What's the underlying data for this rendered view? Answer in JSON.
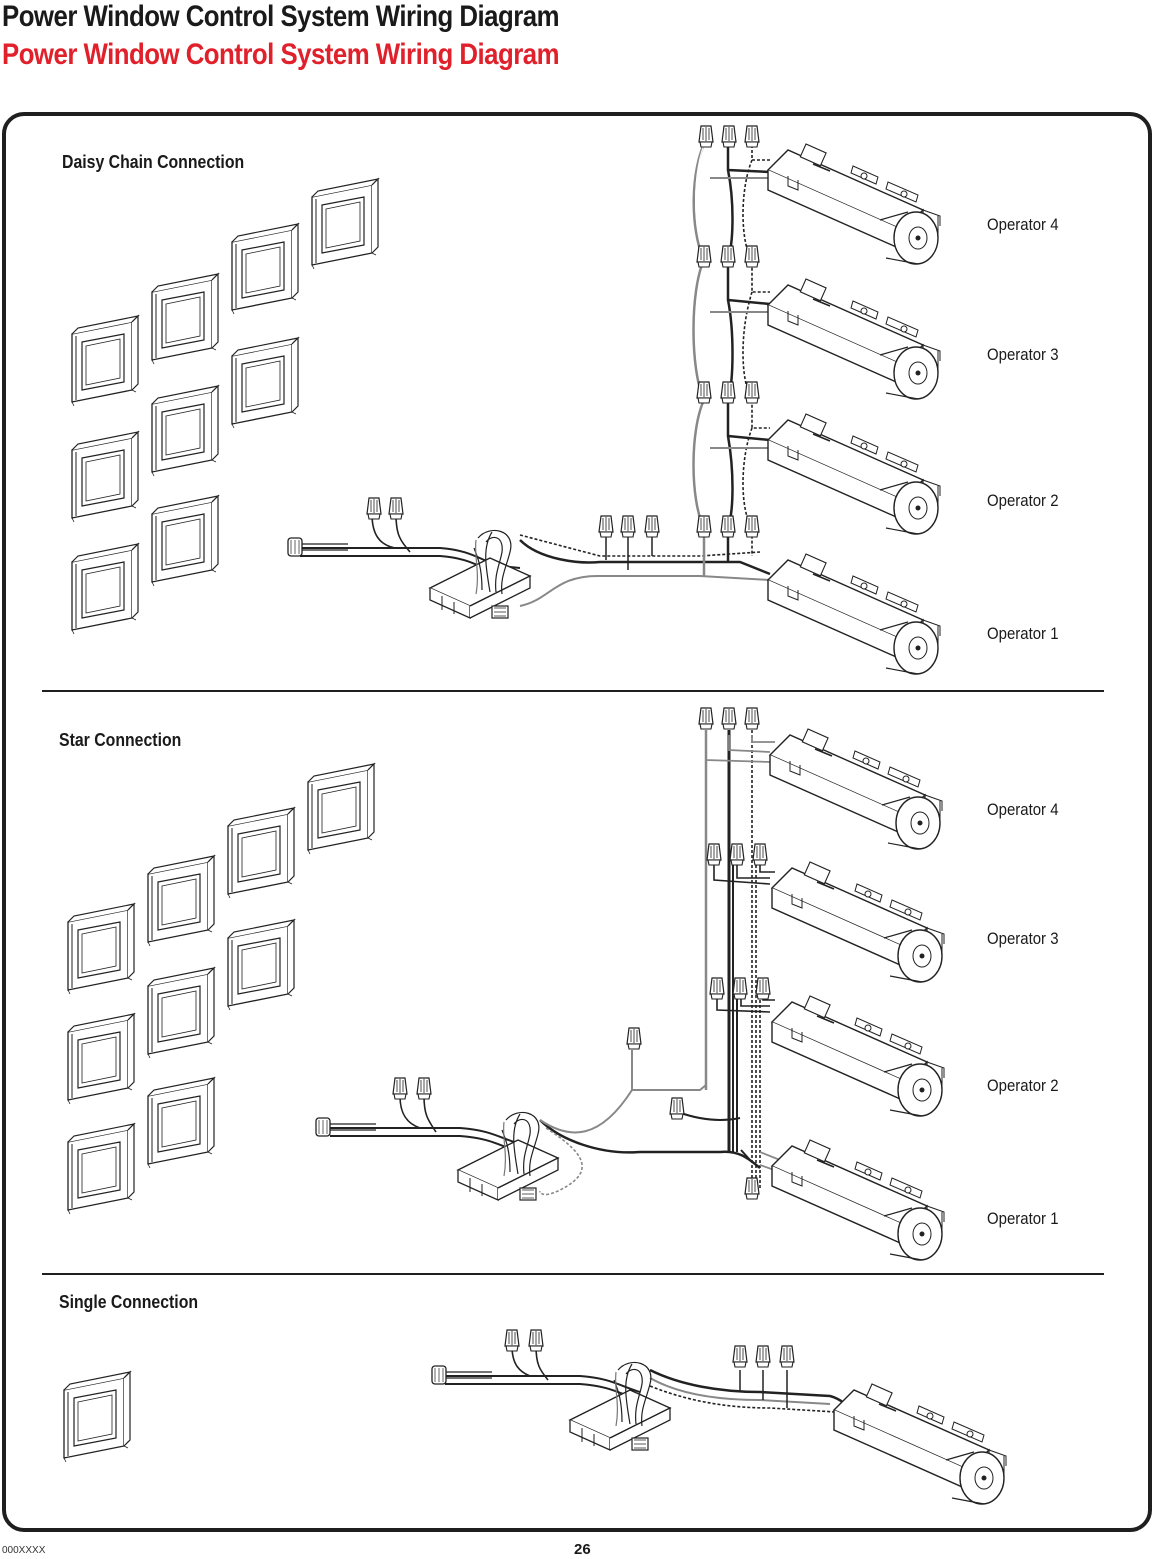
{
  "header": {
    "title": "Power Window Control System Wiring Diagram",
    "title_red": "Power Window Control System Wiring Diagram",
    "colors": {
      "title": "#1a1a1a",
      "title_red": "#e0202a",
      "frame": "#1f1f1f"
    }
  },
  "sections": {
    "daisy": {
      "label": "Daisy Chain Connection",
      "operators": [
        "Operator 4",
        "Operator 3",
        "Operator 2",
        "Operator 1"
      ]
    },
    "star": {
      "label": "Star Connection",
      "operators": [
        "Operator 4",
        "Operator 3",
        "Operator 2",
        "Operator 1"
      ]
    },
    "single": {
      "label": "Single Connection"
    }
  },
  "footer": {
    "code": "000XXXX",
    "page_number": "26"
  },
  "icons": [
    "window-icon",
    "operator-motor-icon",
    "wire-nut-icon",
    "control-module-icon",
    "power-cable-icon"
  ]
}
